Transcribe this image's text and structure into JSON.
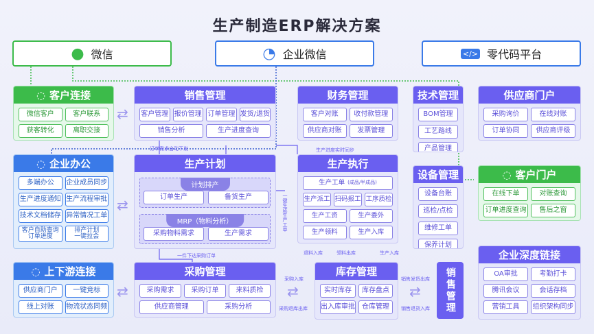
{
  "title": "生产制造ERP解决方案",
  "top": {
    "wechat": "微信",
    "wecom": "企业微信",
    "lowcode": "零代码平台"
  },
  "colors": {
    "primary": "#6a5ff0",
    "green": "#3cbb4a",
    "blue": "#3a7ae8"
  },
  "modules": {
    "customer_connect": {
      "title": "客户连接",
      "items": [
        "微信客户",
        "客户联系",
        "获客转化",
        "离职交接"
      ]
    },
    "sales": {
      "title": "销售管理",
      "items": [
        "客户管理",
        "报价管理",
        "订单管理",
        "发货/退货",
        "销售分析",
        "生产进度查询"
      ]
    },
    "finance": {
      "title": "财务管理",
      "items": [
        "客户对账",
        "收付款管理",
        "供应商对账",
        "发票管理"
      ]
    },
    "tech": {
      "title": "技术管理",
      "items": [
        "BOM管理",
        "工艺路线",
        "产品管理"
      ]
    },
    "supplier_portal": {
      "title": "供应商门户",
      "items": [
        "采购询价",
        "在线对账",
        "订单协同",
        "供应商评级"
      ]
    },
    "office": {
      "title": "企业办公",
      "items": [
        "多端办公",
        "企业成员同步",
        "生产进度通知",
        "生产流程审批",
        "技术文档储存",
        "异常情况工单",
        "客户自助查询\n订单进度",
        "排产计划\n一键拉会"
      ]
    },
    "execution": {
      "title": "生产执行",
      "items": [
        "生产工单",
        "生产派工",
        "扫码报工",
        "工序质检",
        "生产工资",
        "生产委外",
        "生产领料",
        "生产入库"
      ]
    },
    "equipment": {
      "title": "设备管理",
      "items": [
        "设备台账",
        "巡检/点检",
        "维修工单",
        "保养计划"
      ]
    },
    "customer_portal": {
      "title": "客户门户",
      "items": [
        "在线下单",
        "对账查询",
        "订单进度查询",
        "售后之窗"
      ]
    },
    "updown": {
      "title": "上下游连接",
      "items": [
        "供应商门户",
        "一键竞标",
        "线上对账",
        "物流状态同频"
      ]
    },
    "purchase": {
      "title": "采购管理",
      "items": [
        "采购需求",
        "采购订单",
        "来料质检",
        "供应商管理",
        "采购分析"
      ]
    },
    "inventory": {
      "title": "库存管理",
      "items": [
        "实时库存",
        "库存盘点",
        "出入库审批",
        "仓库管理"
      ]
    },
    "deep_link": {
      "title": "企业深度链接",
      "items": [
        "OA审批",
        "考勤打卡",
        "腾讯会议",
        "会话存档",
        "营销工具",
        "组织架构同步"
      ]
    }
  },
  "execution_note": "(成品/半成品)",
  "plan": {
    "title": "生产计划",
    "sched": "计划排产",
    "sched_items": [
      "订单生产",
      "备货生产"
    ],
    "mrp": "MRP（物料分析）",
    "mrp_items": [
      "采购物料需求",
      "生产需求"
    ]
  },
  "sales_vertical": "销售管理",
  "labels": {
    "auto_order": "订单需求自动下发",
    "sync": "生产进度实时同步",
    "gen_order": "一键生成生产工单",
    "one_po": "一件下达采购订单",
    "return_in": "退料入库",
    "pick_out": "领料出库",
    "prod_in": "生产入库",
    "po_in": "采购入库",
    "po_return": "采购退库出库",
    "ship_out": "销售发货出库",
    "return_goods": "销售退货入库"
  }
}
